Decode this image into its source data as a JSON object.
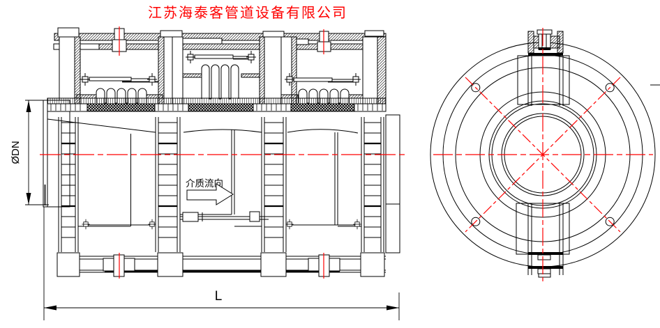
{
  "title": {
    "text": "江苏海泰客管道设备有限公司",
    "color": "#ff0000"
  },
  "drawing": {
    "colors": {
      "line": "#000000",
      "centerline": "#ff0000",
      "background": "#ffffff"
    },
    "labels": {
      "flow_direction": "介质流向",
      "length_dimension": "L",
      "diameter_dimension": "ØDN"
    },
    "side_view": {
      "bellows": [
        {
          "convolutions": 5,
          "size": "small"
        },
        {
          "convolutions": 4,
          "size": "large"
        },
        {
          "convolutions": 5,
          "size": "small"
        }
      ]
    },
    "end_view": {
      "circle_radii": [
        161,
        143,
        125,
        90,
        77,
        73,
        59,
        55
      ],
      "bolt_holes": {
        "count": 4,
        "circle_radius": 136,
        "hole_radius": 6,
        "angles_deg": [
          45,
          135,
          225,
          315
        ]
      }
    }
  }
}
